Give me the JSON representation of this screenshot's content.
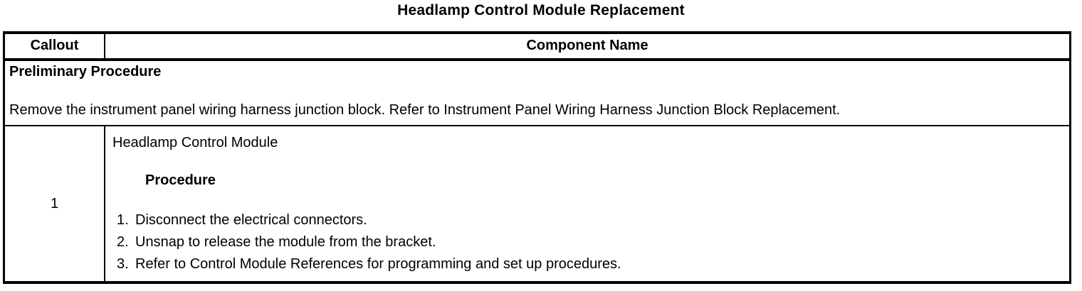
{
  "page_title": "Headlamp Control Module Replacement",
  "colors": {
    "text": "#000000",
    "border": "#000000",
    "background": "#ffffff"
  },
  "table": {
    "header": {
      "callout": "Callout",
      "component_name": "Component Name"
    },
    "preliminary": {
      "heading": "Preliminary Procedure",
      "text": "Remove the instrument panel wiring harness junction block. Refer to Instrument Panel Wiring Harness Junction Block Replacement."
    },
    "rows": [
      {
        "callout": "1",
        "component_name": "Headlamp Control Module",
        "procedure_heading": "Procedure",
        "steps": [
          {
            "num": "1.",
            "text": "Disconnect the electrical connectors."
          },
          {
            "num": "2.",
            "text": "Unsnap to release the module from the bracket."
          },
          {
            "num": "3.",
            "text": "Refer to Control Module References for programming and set up procedures."
          }
        ]
      }
    ]
  }
}
